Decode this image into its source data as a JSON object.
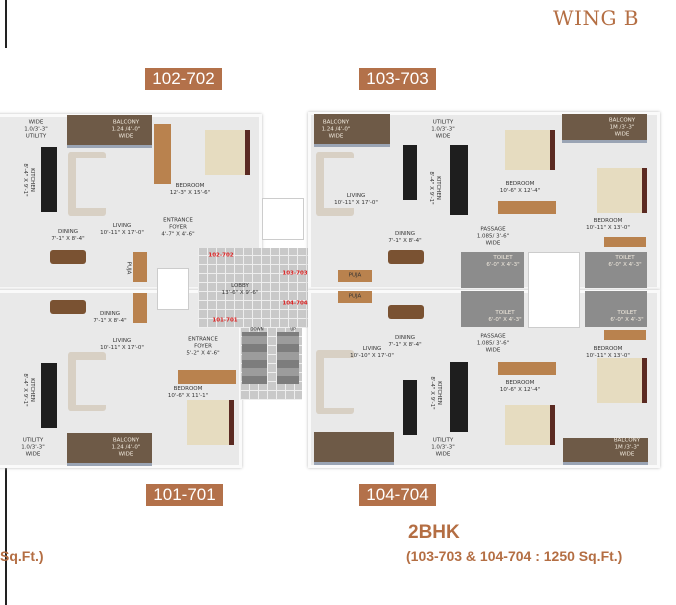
{
  "title": "WING B",
  "unit_tags": {
    "top_left": "102-702",
    "top_right": "103-703",
    "bottom_left": "101-701",
    "bottom_right": "104-704"
  },
  "type_title": "2BHK",
  "type_area": "(103-703 & 104-704 : 1250 Sq.Ft.)",
  "left_area_fragment": "Sq.Ft.)",
  "lobby": {
    "name": "LOBBY",
    "dims": "13'-6\" X 9'-6\"",
    "door_102": "102-702",
    "door_103": "103-703",
    "door_104": "104-704",
    "door_101": "101-701",
    "down": "DOWN",
    "up": "UP"
  },
  "rooms": {
    "lt_utility": {
      "a": "WIDE",
      "b": "1.0/3'-3\"",
      "c": "UTILITY"
    },
    "lt_balcony": {
      "a": "BALCONY",
      "b": "1.24 /4'-0\"",
      "c": "WIDE"
    },
    "lt_kitchen": {
      "a": "KITCHEN",
      "b": "8'-4\" X 9'-1\""
    },
    "lt_bedroom": {
      "a": "BEDROOM",
      "b": "12'-3\" X 15'-6\""
    },
    "lt_living": {
      "a": "LIVING",
      "b": "10'-11\" X 17'-0\""
    },
    "lt_dining": {
      "a": "DINING",
      "b": "7'-1\" X 8'-4\""
    },
    "lt_foyer": {
      "a": "ENTRANCE",
      "b": "FOYER",
      "c": "4'-7\" X 4'-6\""
    },
    "lt_puja": {
      "a": "PUJA"
    },
    "lb_dining": {
      "a": "DINING",
      "b": "7'-1\" X 8'-4\""
    },
    "lb_living": {
      "a": "LIVING",
      "b": "10'-11\" X 17'-0\""
    },
    "lb_foyer": {
      "a": "ENTRANCE",
      "b": "FOYER",
      "c": "5'-2\" X 4'-6\""
    },
    "lb_bedroom": {
      "a": "BEDROOM",
      "b": "10'-6\" X 11'-1\""
    },
    "lb_kitchen": {
      "a": "KITCHEN",
      "b": "8'-4\" X 9'-1\""
    },
    "lb_utility": {
      "a": "UTILITY",
      "b": "1.0/3'-3\"",
      "c": "WIDE"
    },
    "lb_balcony": {
      "a": "BALCONY",
      "b": "1.24 /4'-0\"",
      "c": "WIDE"
    },
    "rt_balcony": {
      "a": "BALCONY",
      "b": "1.24 /4'-0\"",
      "c": "WIDE"
    },
    "rt_utility": {
      "a": "UTILITY",
      "b": "1.0/3'-3\"",
      "c": "WIDE"
    },
    "rt_kitchen": {
      "a": "KITCHEN",
      "b": "8'-4\" X 9'-1\""
    },
    "rt_bedroom1": {
      "a": "BEDROOM",
      "b": "10'-6\" X 12'-4\""
    },
    "rt_balcony2": {
      "a": "BALCONY",
      "b": "1M /3'-3\"",
      "c": "WIDE"
    },
    "rt_bedroom2": {
      "a": "BEDROOM",
      "b": "10'-11\" X 13'-0\""
    },
    "rt_living": {
      "a": "LIVING",
      "b": "10'-11\" X 17'-0\""
    },
    "rt_dining": {
      "a": "DINING",
      "b": "7'-1\" X 8'-4\""
    },
    "rt_passage": {
      "a": "PASSAGE",
      "b": "1.085/ 3'-6\"",
      "c": "WIDE"
    },
    "rt_toilet1": {
      "a": "TOILET",
      "b": "6'-0\" X 4'-3\""
    },
    "rt_toilet2": {
      "a": "TOILET",
      "b": "6'-0\" X 4'-3\""
    },
    "r_puja1": {
      "a": "PUJA"
    },
    "r_puja2": {
      "a": "PUJA"
    },
    "rb_toilet1": {
      "a": "TOILET",
      "b": "6'-0\" X 4'-3\""
    },
    "rb_toilet2": {
      "a": "TOILET",
      "b": "6'-0\" X 4'-3\""
    },
    "rb_passage": {
      "a": "PASSAGE",
      "b": "1.085/ 3'-6\"",
      "c": "WIDE"
    },
    "rb_dining": {
      "a": "DINING",
      "b": "7'-1\" X 8'-4\""
    },
    "rb_living": {
      "a": "LIVING",
      "b": "10'-10\" X 17'-0\""
    },
    "rb_bedroom2": {
      "a": "BEDROOM",
      "b": "10'-11\" X 13'-0\""
    },
    "rb_bedroom1": {
      "a": "BEDROOM",
      "b": "10'-6\" X 12'-4\""
    },
    "rb_kitchen": {
      "a": "KITCHEN",
      "b": "8'-4\" X 9'-1\""
    },
    "rb_utility": {
      "a": "UTILITY",
      "b": "1.0/3'-3\"",
      "c": "WIDE"
    },
    "rb_balcony2": {
      "a": "BALCONY",
      "b": "1M /3'-3\"",
      "c": "WIDE"
    }
  },
  "colors": {
    "brand": "#b46e43",
    "tag_bg": "#b3714a",
    "balcony": "#6e5a47",
    "floor": "#e9e9e9"
  }
}
